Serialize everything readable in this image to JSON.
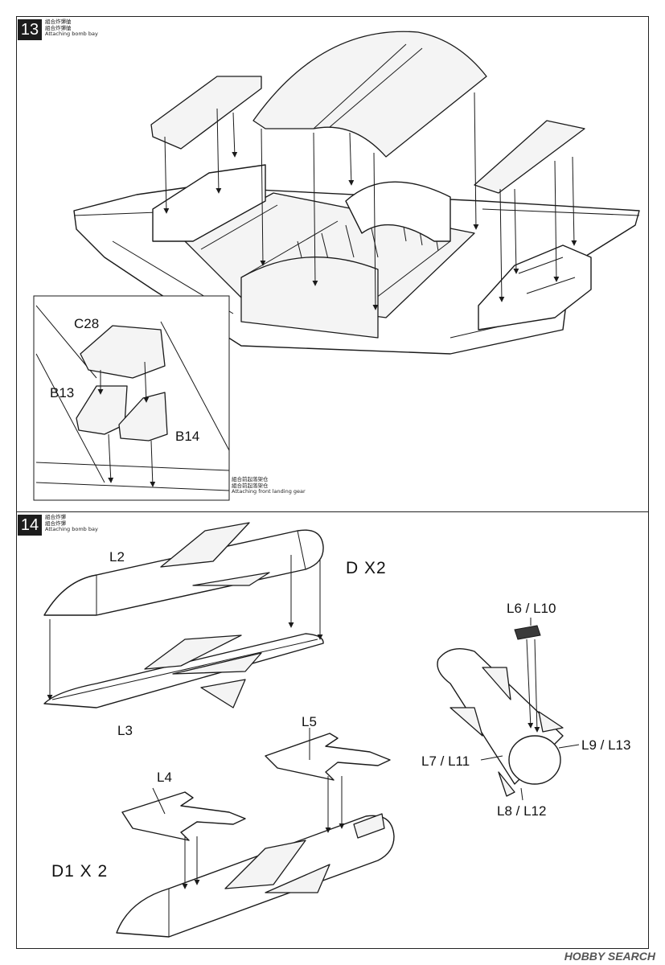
{
  "step13": {
    "number": "13",
    "caption_zh_1": "組合炸彈艙",
    "caption_zh_2": "組合炸彈艙",
    "caption_en": "Attaching bomb bay",
    "inset": {
      "parts": [
        "C28",
        "B13",
        "B14"
      ],
      "caption_zh_1": "組合前起落架仓",
      "caption_zh_2": "組合前起落架仓",
      "caption_en": "Attaching front landing gear"
    }
  },
  "step14": {
    "number": "14",
    "caption_zh_1": "組合炸彈",
    "caption_zh_2": "組合炸彈",
    "caption_en": "Attaching bomb bay",
    "parts": {
      "l2": "L2",
      "l3": "L3",
      "l4": "L4",
      "l5": "L5",
      "l6_l10": "L6 / L10",
      "l7_l11": "L7 / L11",
      "l8_l12": "L8 / L12",
      "l9_l13": "L9 / L13"
    },
    "qty_d": "D X2",
    "qty_d1": "D1 X 2"
  },
  "watermark": "HOBBY SEARCH"
}
